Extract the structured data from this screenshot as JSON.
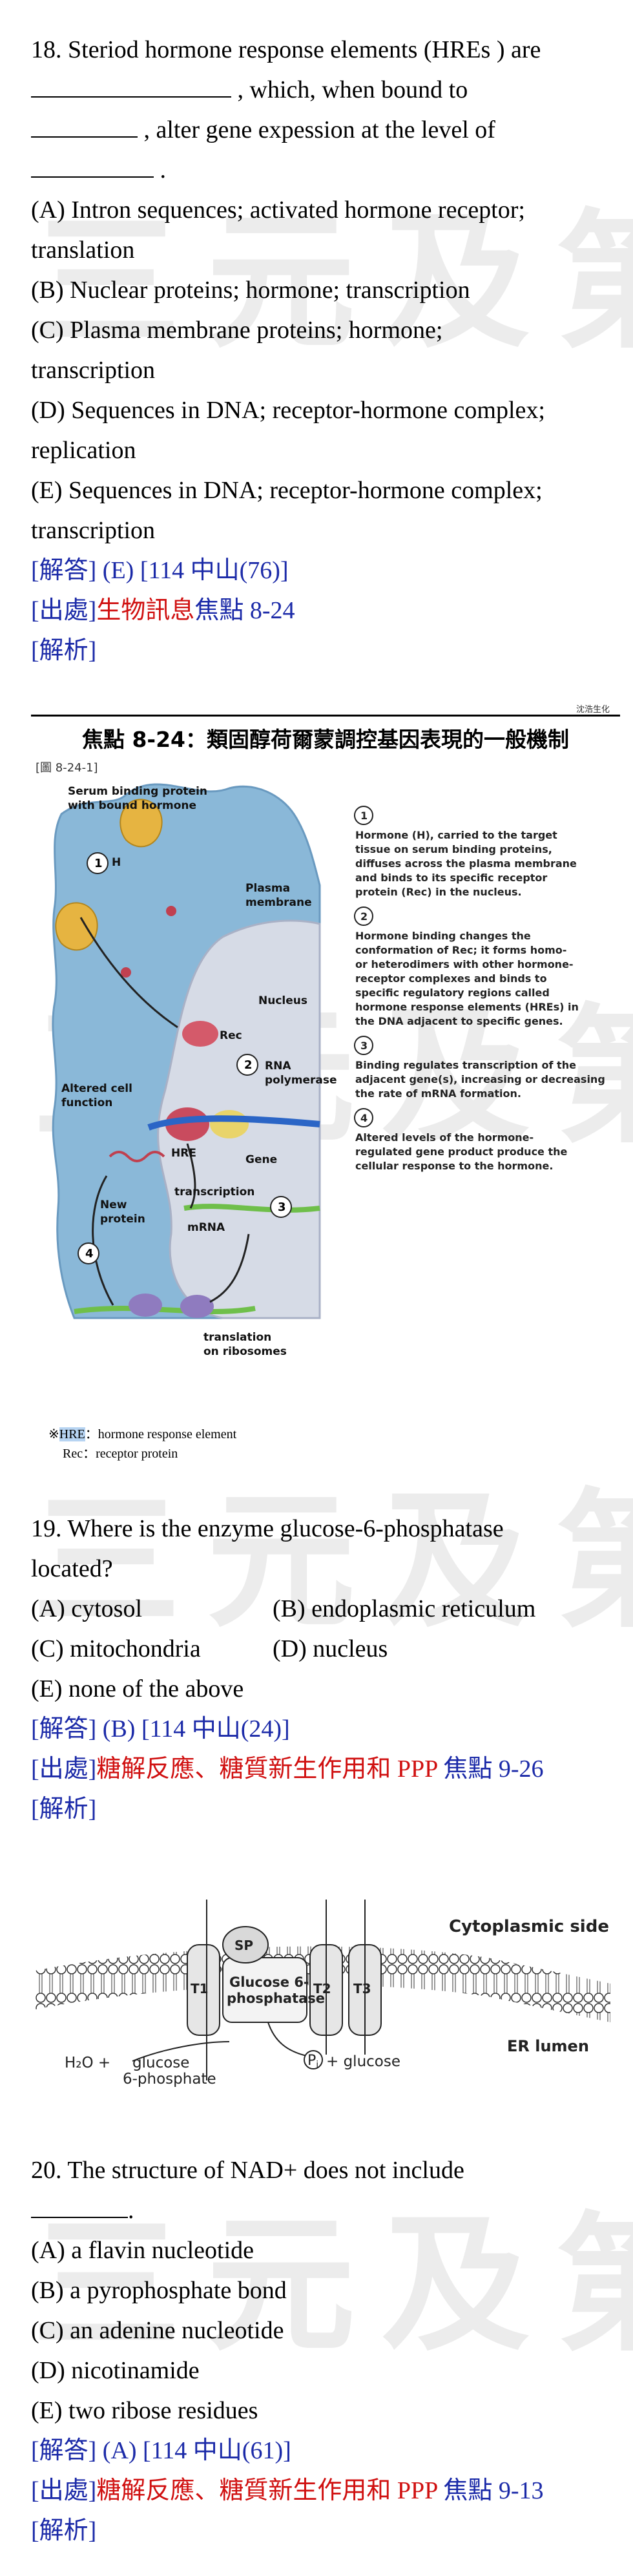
{
  "watermark": "三元及第",
  "header_note": "沈浩生化",
  "q18": {
    "l1": "18. Steriod hormone response elements (HREs ) are",
    "l2_after": " , which, when bound to",
    "l3_after": " , alter gene expession at the level of",
    "l4_after": " .",
    "opt_a1": "(A) Intron sequences; activated hormone receptor;",
    "opt_a2": "translation",
    "opt_b": "(B) Nuclear proteins; hormone; transcription",
    "opt_c1": "(C) Plasma membrane proteins; hormone;",
    "opt_c2": "transcription",
    "opt_d1": "(D) Sequences in DNA; receptor-hormone complex;",
    "opt_d2": "replication",
    "opt_e1": "(E) Sequences in DNA; receptor-hormone complex;",
    "opt_e2": "transcription",
    "answer": "[解答] (E)     [114 中山(76)]",
    "source_prefix": "[出處]",
    "source_topic": "生物訊息",
    "source_ref": "焦點 8-24",
    "analysis": "[解析]"
  },
  "figure1": {
    "title": "焦點 8-24：類固醇荷爾蒙調控基因表現的一般機制",
    "fig_label": "[圖 8-24-1]",
    "labels": {
      "serum": "Serum binding protein",
      "serum2": "with bound hormone",
      "h": "H",
      "plasma": "Plasma",
      "membrane": "membrane",
      "nucleus": "Nucleus",
      "rec": "Rec",
      "rna": "RNA",
      "pol": "polymerase",
      "altered": "Altered cell",
      "function": "function",
      "hre": "HRE",
      "gene": "Gene",
      "new": "New",
      "protein": "protein",
      "transcription": "transcription",
      "mrna": "mRNA",
      "translation": "translation",
      "ribosomes": "on ribosomes",
      "n1": "1",
      "n2": "2",
      "n3": "3",
      "n4": "4"
    },
    "steps": [
      [
        "Hormone (H), carried to the target",
        "tissue on serum binding proteins,",
        "diffuses across the plasma membrane",
        "and binds to its specific receptor",
        "protein (Rec) in the nucleus."
      ],
      [
        "Hormone binding changes the",
        "conformation of Rec; it forms homo-",
        "or heterodimers with other hormone-",
        "receptor complexes and binds to",
        "specific regulatory regions called",
        "hormone response elements (HREs) in",
        "the DNA adjacent to specific genes."
      ],
      [
        "Binding regulates transcription of the",
        "adjacent gene(s), increasing or decreasing",
        "the rate of mRNA formation."
      ],
      [
        "Altered levels of the hormone-",
        "regulated gene product produce the",
        "cellular response to the hormone."
      ]
    ],
    "note_star": "※",
    "note_hre": "HRE",
    "note_hre_rest": "：hormone response element",
    "note_rec": "Rec：receptor protein"
  },
  "q19": {
    "l1": "19. Where is the enzyme glucose-6-phosphatase",
    "l2": "located?",
    "opt_a": "(A) cytosol",
    "opt_b": "(B) endoplasmic reticulum",
    "opt_c": "(C) mitochondria",
    "opt_d": "(D) nucleus",
    "opt_e": "(E) none of the above",
    "answer": "[解答] (B)     [114 中山(24)]",
    "source_prefix": "[出處]",
    "source_topic": "糖解反應、糖質新生作用和 PPP",
    "source_ref": " 焦點 9-26",
    "analysis": "[解析]"
  },
  "figure2": {
    "cytoplasmic": "Cytoplasmic side",
    "er": "ER lumen",
    "sp": "SP",
    "t1": "T1",
    "t2": "T2",
    "t3": "T3",
    "enzyme1": "Glucose 6-",
    "enzyme2": "phosphatase",
    "h2o": "H₂O +",
    "g6p1": "glucose",
    "g6p2": "6-phosphate",
    "pi": "P",
    "pi_sub": "i",
    "plus_glucose": " + glucose"
  },
  "q20": {
    "l1": "20. The structure of NAD+ does not include",
    "l2_after": ".",
    "opt_a": "(A) a flavin nucleotide",
    "opt_b": "(B) a pyrophosphate bond",
    "opt_c": "(C) an adenine nucleotide",
    "opt_d": "(D) nicotinamide",
    "opt_e": "(E) two ribose residues",
    "answer": "[解答] (A)     [114 中山(61)]",
    "source_prefix": "[出處]",
    "source_topic": "糖解反應、糖質新生作用和 PPP",
    "source_ref": " 焦點 9-13",
    "analysis": "[解析]"
  }
}
